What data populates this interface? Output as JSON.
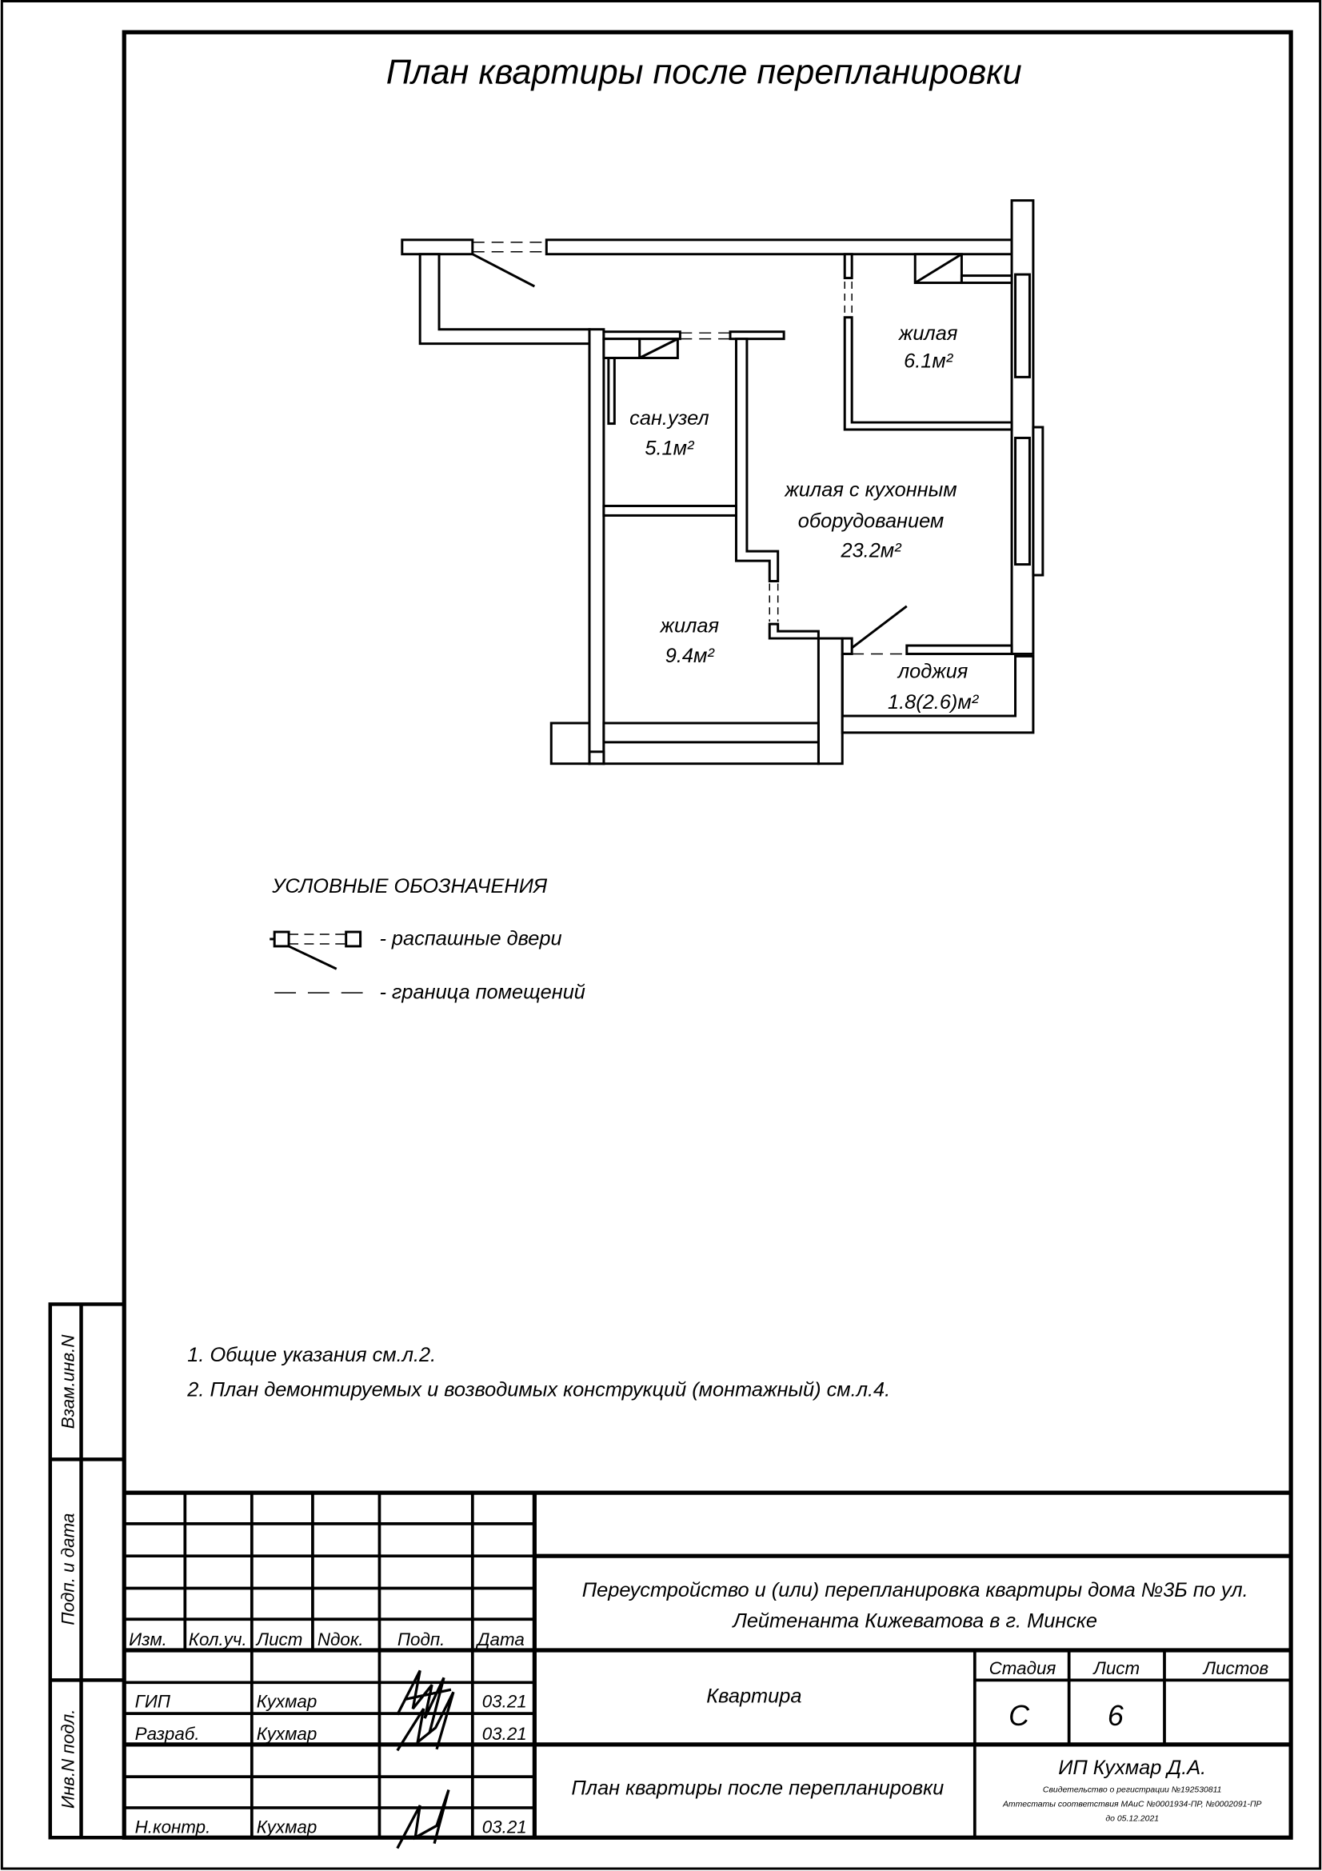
{
  "drawing_title": "План квартиры после перепланировки",
  "rooms": [
    {
      "name": "жилая",
      "area": "6.1м²"
    },
    {
      "name": "сан.узел",
      "area": "5.1м²"
    },
    {
      "name_line1": "жилая с кухонным",
      "name_line2": "оборудованием",
      "area": "23.2м²"
    },
    {
      "name": "жилая",
      "area": "9.4м²"
    },
    {
      "name": "лоджия",
      "area": "1.8(2.6)м²"
    }
  ],
  "legend": {
    "title": "УСЛОВНЫЕ ОБОЗНАЧЕНИЯ",
    "items": [
      "- распашные двери",
      "- граница помещений"
    ]
  },
  "notes": [
    "1.  Общие указания см.л.2.",
    "2.  План демонтируемых и возводимых конструкций (монтажный) см.л.4."
  ],
  "side_stamp": [
    "Взам.инв.N",
    "Подп. и дата",
    "Инв.N подл."
  ],
  "title_block": {
    "headers": [
      "Изм.",
      "Кол.уч.",
      "Лист",
      "Nдок.",
      "Подп.",
      "Дата"
    ],
    "signers": [
      {
        "role": "ГИП",
        "name": "Кухмар",
        "date": "03.21"
      },
      {
        "role": "Разраб.",
        "name": "Кухмар",
        "date": "03.21"
      },
      {
        "role": "Н.контр.",
        "name": "Кухмар",
        "date": "03.21"
      }
    ],
    "project_line1": "Переустройство и (или) перепланировка квартиры дома №3Б по ул.",
    "project_line2": "Лейтенанта Кижеватова в г. Минске",
    "object": "Квартира",
    "sheet_title": "План квартиры после перепланировки",
    "stage_label": "Стадия",
    "sheet_label": "Лист",
    "sheets_label": "Листов",
    "stage": "С",
    "sheet": "6",
    "company": "ИП Кухмар Д.А.",
    "company_line1": "Свидетельство о регистрации №192530811",
    "company_line2": "Аттестаты соответствия МАиС №0001934-ПР, №0002091-ПР",
    "company_line3": "до 05.12.2021"
  }
}
